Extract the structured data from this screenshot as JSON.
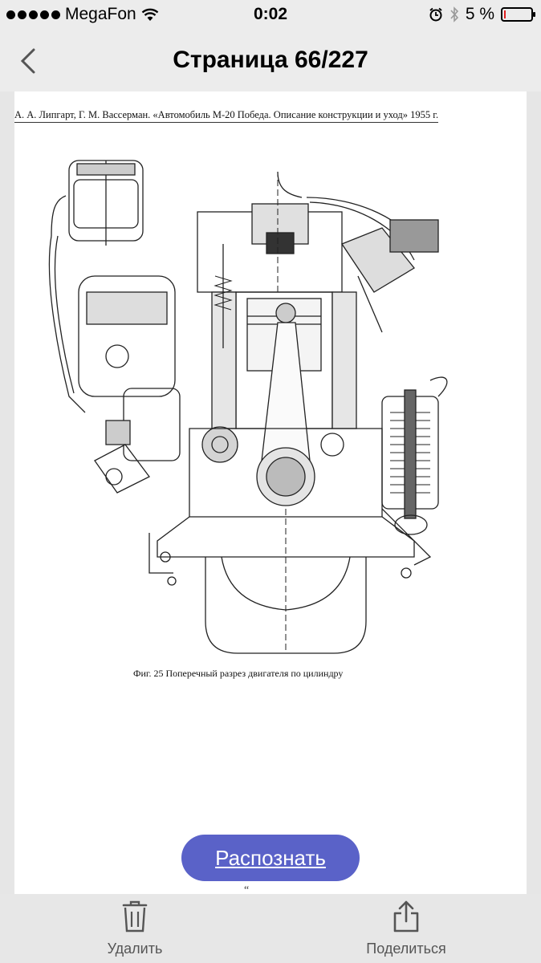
{
  "status_bar": {
    "carrier": "MegaFon",
    "time": "0:02",
    "battery": "5 %",
    "battery_level": 0.05,
    "battery_color": "#e02020"
  },
  "nav": {
    "title": "Страница 66/227",
    "back_icon": "chevron-left-icon"
  },
  "document": {
    "header": "А. А. Липгарт, Г. М. Вассерман. «Автомобиль М-20 Победа. Описание конструкции и уход» 1955 г.",
    "figure_caption": "Фиг. 25 Поперечный разрез двигателя по цилиндру",
    "footer_fragment": "“"
  },
  "actions": {
    "recognize_label": "Распознать",
    "recognize_color": "#5a62c8",
    "delete_label": "Удалить",
    "share_label": "Поделиться",
    "delete_icon": "trash-icon",
    "share_icon": "share-icon"
  }
}
